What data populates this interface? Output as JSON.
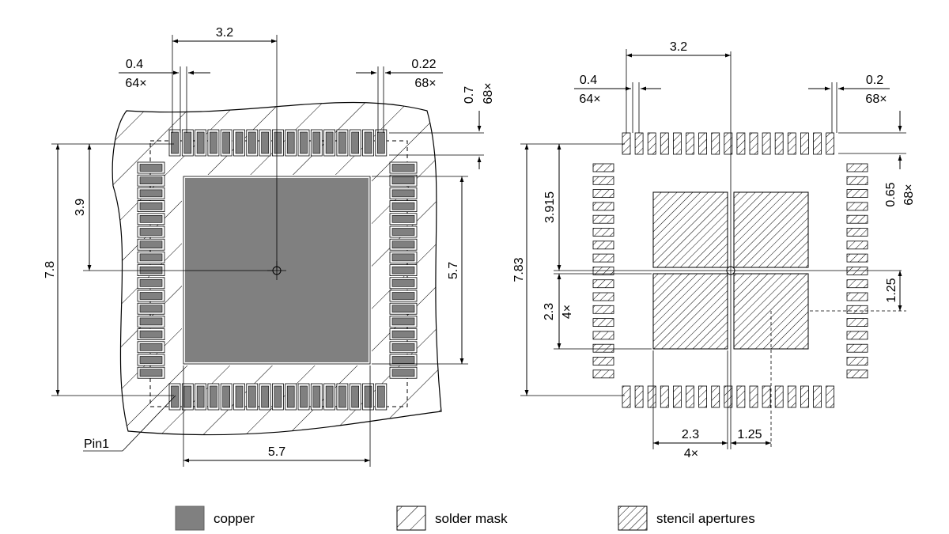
{
  "left_view": {
    "dims": {
      "top_span": "3.2",
      "pad_width": "0.4",
      "pad_width_count": "64×",
      "mask_gap": "0.22",
      "mask_gap_count": "68×",
      "pitch": "0.7",
      "pitch_count": "68×",
      "half_height": "3.9",
      "overall_height": "7.8",
      "pad_size_vertical": "5.7",
      "pad_size_horizontal": "5.7"
    },
    "pin1_label": "Pin1"
  },
  "right_view": {
    "dims": {
      "top_span": "3.2",
      "aperture_width": "0.4",
      "aperture_width_count": "64×",
      "aperture_gap": "0.2",
      "aperture_gap_count": "68×",
      "pitch": "0.65",
      "pitch_count": "68×",
      "half_height": "3.915",
      "overall_height": "7.83",
      "paste_size_vertical": "2.3",
      "paste_count_vertical": "4×",
      "paste_offset_vertical": "1.25",
      "paste_size_horizontal": "2.3",
      "paste_count_horizontal": "4×",
      "paste_offset_horizontal": "1.25"
    }
  },
  "legend": {
    "items": [
      {
        "label": "copper",
        "swatch": "solid",
        "color": "#808080"
      },
      {
        "label": "solder mask",
        "swatch": "hatch"
      },
      {
        "label": "stencil apertures",
        "swatch": "dense-hatch"
      }
    ]
  }
}
